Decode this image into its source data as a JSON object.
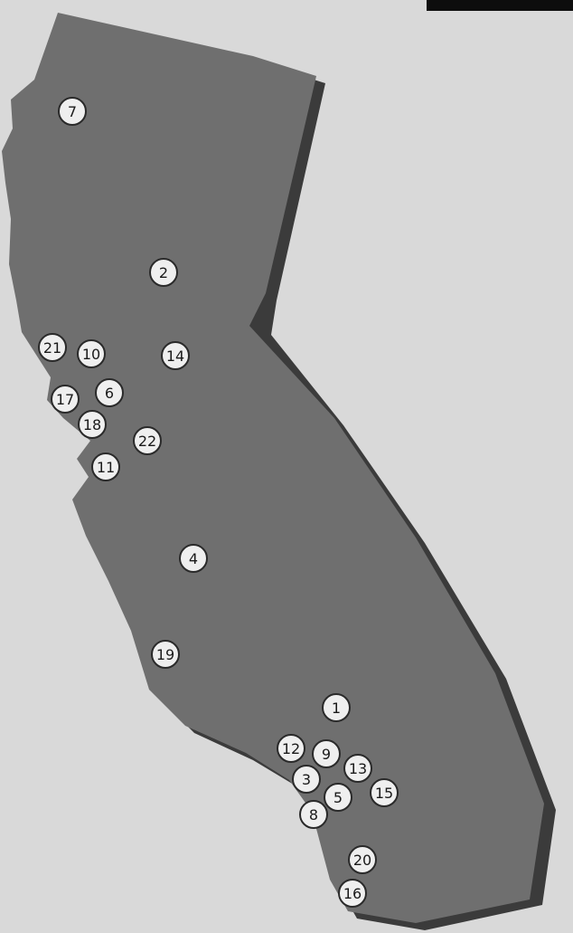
{
  "map": {
    "region": "California",
    "colors": {
      "paper": "#d9d9d9",
      "land": "#6f6f6f",
      "shadow": "#3b3b3b",
      "marker_fill": "#efefef",
      "marker_stroke": "#2a2a2a"
    },
    "markers": [
      {
        "id": "marker-1",
        "label": "1"
      },
      {
        "id": "marker-2",
        "label": "2"
      },
      {
        "id": "marker-3",
        "label": "3"
      },
      {
        "id": "marker-4",
        "label": "4"
      },
      {
        "id": "marker-5",
        "label": "5"
      },
      {
        "id": "marker-6",
        "label": "6"
      },
      {
        "id": "marker-7",
        "label": "7"
      },
      {
        "id": "marker-8",
        "label": "8"
      },
      {
        "id": "marker-9",
        "label": "9"
      },
      {
        "id": "marker-10",
        "label": "10"
      },
      {
        "id": "marker-11",
        "label": "11"
      },
      {
        "id": "marker-12",
        "label": "12"
      },
      {
        "id": "marker-13",
        "label": "13"
      },
      {
        "id": "marker-14",
        "label": "14"
      },
      {
        "id": "marker-15",
        "label": "15"
      },
      {
        "id": "marker-16",
        "label": "16"
      },
      {
        "id": "marker-17",
        "label": "17"
      },
      {
        "id": "marker-18",
        "label": "18"
      },
      {
        "id": "marker-19",
        "label": "19"
      },
      {
        "id": "marker-20",
        "label": "20"
      },
      {
        "id": "marker-21",
        "label": "21"
      },
      {
        "id": "marker-22",
        "label": "22"
      }
    ]
  }
}
